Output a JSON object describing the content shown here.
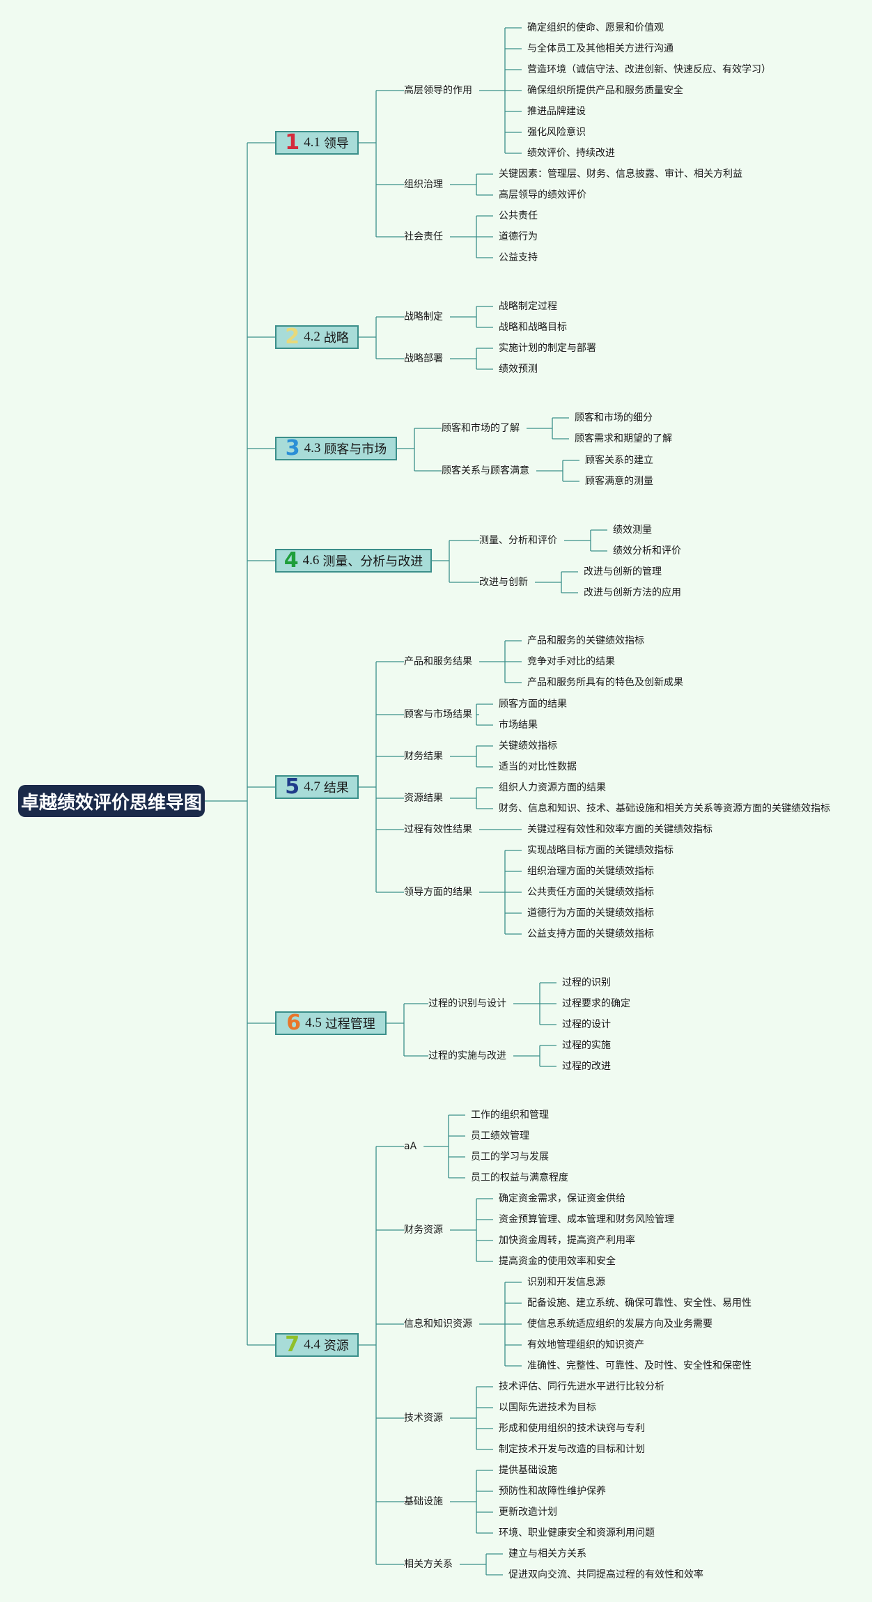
{
  "colors": {
    "background": "#f0fbf1",
    "root": "#1b2a4a",
    "branch_fill": "#a8dcd8",
    "line": "#3b8f8a"
  },
  "root": {
    "title": "卓越绩效评价思维导图"
  },
  "branches": [
    {
      "num": "1",
      "num_color": "#d42a3c",
      "code": "4.1",
      "title": "领导",
      "subs": [
        {
          "title": "高层领导的作用",
          "leaves": [
            "确定组织的使命、愿景和价值观",
            "与全体员工及其他相关方进行沟通",
            "营造环境（诚信守法、改进创新、快速反应、有效学习）",
            "确保组织所提供产品和服务质量安全",
            "推进品牌建设",
            "强化风险意识",
            "绩效评价、持续改进"
          ]
        },
        {
          "title": "组织治理",
          "leaves": [
            "关键因素：管理层、财务、信息披露、审计、相关方利益",
            "高层领导的绩效评价"
          ]
        },
        {
          "title": "社会责任",
          "leaves": [
            "公共责任",
            "道德行为",
            "公益支持"
          ]
        }
      ]
    },
    {
      "num": "2",
      "num_color": "#e8d97a",
      "code": "4.2",
      "title": "战略",
      "subs": [
        {
          "title": "战略制定",
          "leaves": [
            "战略制定过程",
            "战略和战略目标"
          ]
        },
        {
          "title": "战略部署",
          "leaves": [
            "实施计划的制定与部署",
            "绩效预测"
          ]
        }
      ]
    },
    {
      "num": "3",
      "num_color": "#2b8fd6",
      "code": "4.3",
      "title": "顾客与市场",
      "subs": [
        {
          "title": "顾客和市场的了解",
          "leaves": [
            "顾客和市场的细分",
            "顾客需求和期望的了解"
          ]
        },
        {
          "title": "顾客关系与顾客满意",
          "leaves": [
            "顾客关系的建立",
            "顾客满意的测量"
          ]
        }
      ]
    },
    {
      "num": "4",
      "num_color": "#1e9e3a",
      "code": "4.6",
      "title": "测量、分析与改进",
      "subs": [
        {
          "title": "测量、分析和评价",
          "leaves": [
            "绩效测量",
            "绩效分析和评价"
          ]
        },
        {
          "title": "改进与创新",
          "leaves": [
            "改进与创新的管理",
            "改进与创新方法的应用"
          ]
        }
      ]
    },
    {
      "num": "5",
      "num_color": "#1f3b8a",
      "code": "4.7",
      "title": "结果",
      "subs": [
        {
          "title": "产品和服务结果",
          "leaves": [
            "产品和服务的关键绩效指标",
            "竞争对手对比的结果",
            "产品和服务所具有的特色及创新成果"
          ]
        },
        {
          "title": "顾客与市场结果",
          "leaves": [
            "顾客方面的结果",
            "市场结果"
          ]
        },
        {
          "title": "财务结果",
          "leaves": [
            "关键绩效指标",
            "适当的对比性数据"
          ]
        },
        {
          "title": "资源结果",
          "leaves": [
            "组织人力资源方面的结果",
            "财务、信息和知识、技术、基础设施和相关方关系等资源方面的关键绩效指标"
          ]
        },
        {
          "title": "过程有效性结果",
          "leaves": [
            "关键过程有效性和效率方面的关键绩效指标"
          ]
        },
        {
          "title": "领导方面的结果",
          "leaves": [
            "实现战略目标方面的关键绩效指标",
            "组织治理方面的关键绩效指标",
            "公共责任方面的关键绩效指标",
            "道德行为方面的关键绩效指标",
            "公益支持方面的关键绩效指标"
          ]
        }
      ]
    },
    {
      "num": "6",
      "num_color": "#e8762a",
      "code": "4.5",
      "title": "过程管理",
      "subs": [
        {
          "title": "过程的识别与设计",
          "leaves": [
            "过程的识别",
            "过程要求的确定",
            "过程的设计"
          ]
        },
        {
          "title": "过程的实施与改进",
          "leaves": [
            "过程的实施",
            "过程的改进"
          ]
        }
      ]
    },
    {
      "num": "7",
      "num_color": "#8fbf2a",
      "code": "4.4",
      "title": "资源",
      "subs": [
        {
          "title": "aA",
          "leaves": [
            "工作的组织和管理",
            "员工绩效管理",
            "员工的学习与发展",
            "员工的权益与满意程度"
          ]
        },
        {
          "title": "财务资源",
          "leaves": [
            "确定资金需求，保证资金供给",
            "资金预算管理、成本管理和财务风险管理",
            "加快资金周转，提高资产利用率",
            "提高资金的使用效率和安全"
          ]
        },
        {
          "title": "信息和知识资源",
          "leaves": [
            "识别和开发信息源",
            "配备设施、建立系统、确保可靠性、安全性、易用性",
            "使信息系统适应组织的发展方向及业务需要",
            "有效地管理组织的知识资产",
            "准确性、完整性、可靠性、及时性、安全性和保密性"
          ]
        },
        {
          "title": "技术资源",
          "leaves": [
            "技术评估、同行先进水平进行比较分析",
            "以国际先进技术为目标",
            "形成和使用组织的技术诀窍与专利",
            "制定技术开发与改造的目标和计划"
          ]
        },
        {
          "title": "基础设施",
          "leaves": [
            "提供基础设施",
            "预防性和故障性维护保养",
            "更新改造计划",
            "环境、职业健康安全和资源利用问题"
          ]
        },
        {
          "title": "相关方关系",
          "leaves": [
            "建立与相关方关系",
            "促进双向交流、共同提高过程的有效性和效率"
          ]
        }
      ]
    }
  ]
}
